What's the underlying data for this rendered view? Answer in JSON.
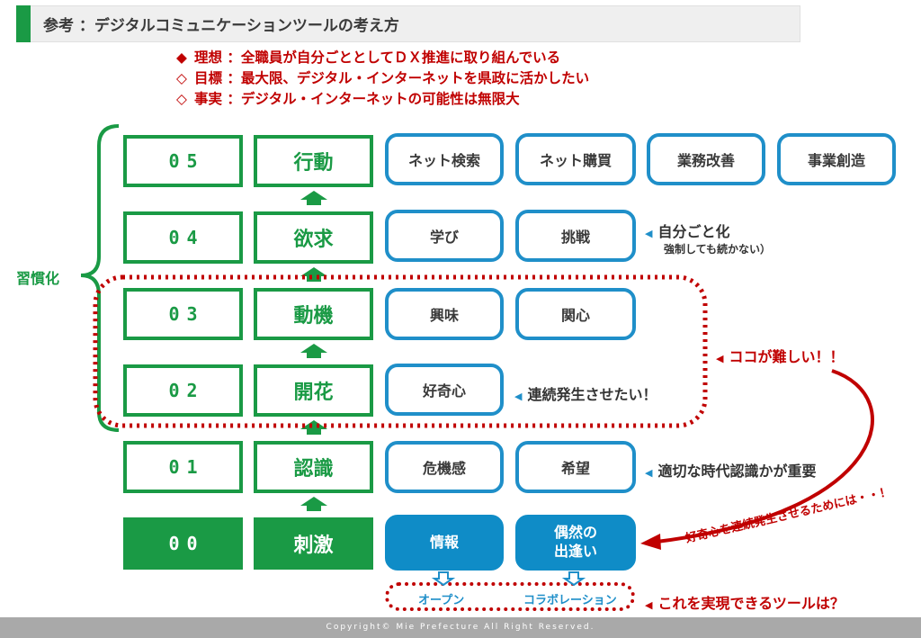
{
  "title": "参考 ：デジタルコミュニケーションツールの考え方",
  "statements": [
    {
      "marker": "◆",
      "label": "理想",
      "text": "：全職員が自分ごととしてＤＸ推進に取り組んでいる"
    },
    {
      "marker": "◇",
      "label": "目標",
      "text": "：最大限、デジタル・インターネットを県政に活かしたい"
    },
    {
      "marker": "◇",
      "label": "事実",
      "text": "：デジタル・インターネットの可能性は無限大"
    }
  ],
  "habit_label": "習慣化",
  "levels": [
    {
      "num": "05",
      "stage": "行動",
      "items": [
        "ネット検索",
        "ネット購買",
        "業務改善",
        "事業創造"
      ]
    },
    {
      "num": "04",
      "stage": "欲求",
      "items": [
        "学び",
        "挑戦"
      ]
    },
    {
      "num": "03",
      "stage": "動機",
      "items": [
        "興味",
        "関心"
      ]
    },
    {
      "num": "02",
      "stage": "開花",
      "items": [
        "好奇心"
      ]
    },
    {
      "num": "01",
      "stage": "認識",
      "items": [
        "危機感",
        "希望"
      ]
    },
    {
      "num": "00",
      "stage": "刺激",
      "items": [
        "情報",
        "偶然の\n出逢い"
      ]
    }
  ],
  "annotations": {
    "level04": "自分ごと化",
    "level04_sub": "強制しても続かない）",
    "level02": "連続発生させたい！",
    "difficult": "ココが難しい！！",
    "level01": "適切な時代認識かが重要",
    "curve_note": "好奇心を連続発生させるためには・・！",
    "tool_question": "これを実現できるツールは？"
  },
  "sources": [
    "オープン",
    "コラボレーション"
  ],
  "footer": "Copyright© Mie Prefecture All Right Reserved.",
  "colors": {
    "green": "#1a9a45",
    "blue": "#1f8fc9",
    "red": "#c00000"
  }
}
